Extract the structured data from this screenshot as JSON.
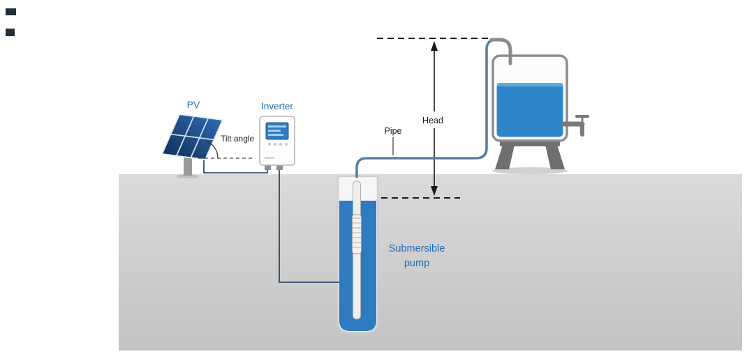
{
  "labels": {
    "pv": "PV",
    "tilt_angle": "Tilt angle",
    "inverter": "Inverter",
    "pipe": "Pipe",
    "head": "Head",
    "submersible_line1": "Submersible",
    "submersible_line2": "pump"
  },
  "colors": {
    "label_blue": "#1F6EB4",
    "text_dark": "#1A1A1A",
    "tank_water": "#2E86C9",
    "well_water": "#2E7BBF",
    "pipe_blue_gray": "#5C7F9F",
    "metal_gray": "#8C8C8C",
    "stand_gray": "#6F6F6F",
    "wire_navy": "#16365C",
    "ground_light": "#D8D8D8",
    "ground_dark": "#C3C3C3",
    "panel_dark": "#0F2D55",
    "panel_light": "#2F6FB6"
  }
}
